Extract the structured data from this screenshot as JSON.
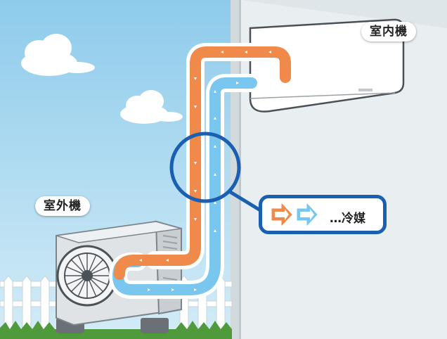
{
  "labels": {
    "indoor_unit": "室内機",
    "outdoor_unit": "室外機",
    "legend_text": "…冷媒"
  },
  "colors": {
    "sky": "#a9d6ee",
    "wall": "#e8eef2",
    "pipe_hot": "#f08a4b",
    "pipe_cold": "#7cc9ef",
    "highlight_ring": "#1a5fb0",
    "grass": "#4f9b3c"
  }
}
